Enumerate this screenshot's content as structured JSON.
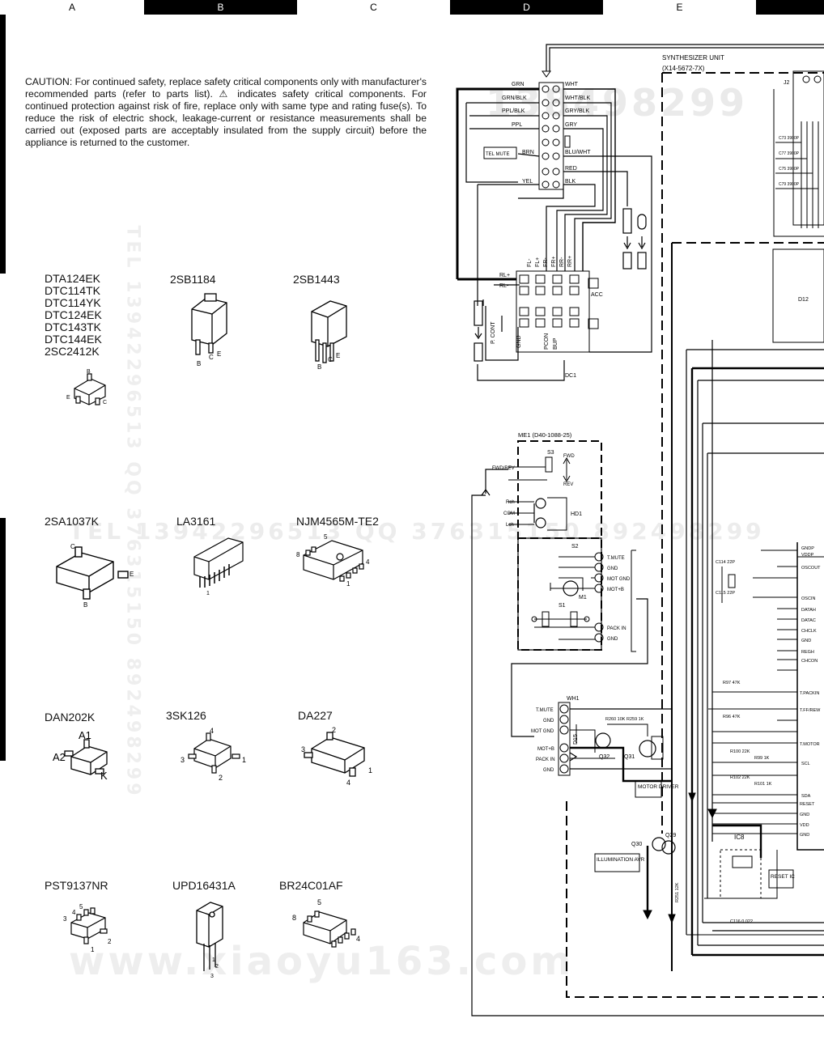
{
  "grid_columns": [
    "A",
    "B",
    "C",
    "D",
    "E"
  ],
  "caution_text": "CAUTION: For continued safety, replace safety critical components only with manufacturer's recommended parts (refer to parts list). ⚠ indicates safety critical components. For continued protection against risk of fire, replace only with same type and rating fuse(s). To reduce the risk of electric shock, leakage-current or resistance measurements shall be carried out (exposed parts are acceptably insulated from the supply circuit) before the appliance is returned to the customer.",
  "parts": {
    "group1_list": [
      "DTA124EK",
      "DTC114TK",
      "DTC114YK",
      "DTC124EK",
      "DTC143TK",
      "DTC144EK",
      "2SC2412K"
    ],
    "sb1184": "2SB1184",
    "sb1443": "2SB1443",
    "sa1037k": "2SA1037K",
    "la3161": "LA3161",
    "njm4565": "NJM4565M-TE2",
    "dan202k": "DAN202K",
    "sk126": "3SK126",
    "da227": "DA227",
    "pst9137": "PST9137NR",
    "upd16431": "UPD16431A",
    "br24c01": "BR24C01AF"
  },
  "watermarks": {
    "top": "138498299",
    "mid": "TEL 13942296513   QQ 376315150   892498299",
    "bottom": "www.xiaoyu163.com",
    "vertical": "TEL 13942296513  QQ 376315150  892498299"
  },
  "schematic": {
    "synth_title": "SYNTHESIZER UNIT",
    "synth_part": "(X14-5672-7X)",
    "connector_left_wires": [
      "GRN",
      "GRN/BLK",
      "PPL/BLK",
      "PPL",
      "BRN",
      "YEL"
    ],
    "connector_right_wires": [
      "WHT",
      "WHT/BLK",
      "GRY/BLK",
      "GRY",
      "BLU/WHT",
      "RED",
      "BLK"
    ],
    "tel_mute": "TEL MUTE",
    "rl_plus": "RL+",
    "rl_minus": "RL-",
    "acc": "ACC",
    "dc1": "DC1",
    "p_cont": "P. CONT",
    "gnd": "GND",
    "pcon": "PCON",
    "bup": "BUP",
    "fl_minus": "FL-",
    "fl_plus": "FL+",
    "fr_minus": "FR-",
    "fr_plus": "FR+",
    "rr_minus": "RR-",
    "rr_plus": "RR+",
    "me1": "ME1 (D40-1088-25)",
    "s3": "S3",
    "fwd": "FWD",
    "rev": "REV",
    "fwdrev": "FWD/REV",
    "rch": "Rch",
    "com": "COM",
    "lch": "Lch",
    "hd1": "HD1",
    "s1": "S1",
    "s2": "S2",
    "m1": "M1",
    "me1_pins": [
      "T.MUTE",
      "GND",
      "MOT GND",
      "MOT+B",
      "PACK IN",
      "GND"
    ],
    "wh1": "WH1",
    "wh1_pins": [
      "T.MUTE",
      "GND",
      "MOT GND",
      "MOT+B",
      "PACK IN",
      "GND"
    ],
    "motor_driver": "MOTOR DRIVER",
    "illumination": "ILLUMINATION AVR",
    "reset_ic": "RESET IC",
    "q32": "Q32",
    "q31": "Q31",
    "q30": "Q30",
    "q29": "Q29",
    "ic8": "IC8",
    "d15": "D15",
    "d12": "D12",
    "r260": "R260 10K",
    "r259": "R259 1K",
    "r97": "R97 47K",
    "r96": "R96 47K",
    "r100": "R100 22K",
    "r99": "R99 1K",
    "r102": "R102 22K",
    "r101": "R101 1K",
    "r251": "R251 12K",
    "c116": "C116 0.022",
    "c114": "C114 22P",
    "c115": "C115 22P",
    "j2": "J2",
    "ic_pins": [
      "GNDP",
      "VDDP",
      "OSCOUT",
      "OSCIN",
      "DATAH",
      "DATAC",
      "CHCLK",
      "GND",
      "REGH",
      "CHCON",
      "T.PACKIN",
      "T.FF/REW",
      "T.MOTOR",
      "SCL",
      "SDA",
      "RESET",
      "GND",
      "VDD",
      "GND"
    ],
    "caps_top": [
      "C73 3900P",
      "C77 3900P",
      "C75 3900P",
      "C79 3900P"
    ]
  }
}
